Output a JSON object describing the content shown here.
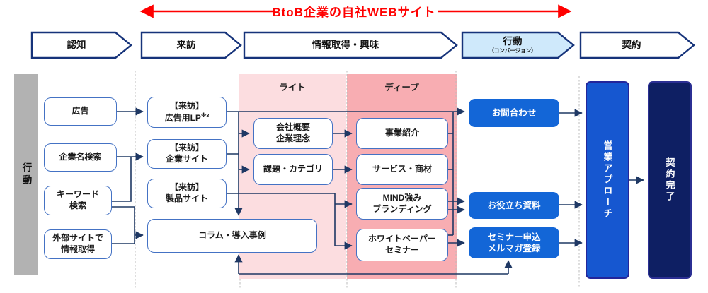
{
  "title": "BtoB企業の自社WEBサイト",
  "stages": [
    {
      "id": "awareness",
      "label": "認知"
    },
    {
      "id": "visit",
      "label": "来訪"
    },
    {
      "id": "interest",
      "label": "情報取得・興味"
    },
    {
      "id": "action",
      "label": "行動",
      "sublabel": "（コンバージョン）"
    },
    {
      "id": "contract",
      "label": "契約"
    }
  ],
  "side_bar": {
    "label": "行動"
  },
  "sections": {
    "light": "ライト",
    "deep": "ディープ"
  },
  "nodes": {
    "ad": "広告",
    "company_name_search": "企業名検索",
    "keyword_search": "キーワード\n検索",
    "external_site": "外部サイトで\n情報取得",
    "ad_lp": "【来訪】\n広告用LP",
    "ad_lp_note": "※3",
    "corporate_site": "【来訪】\n企業サイト",
    "product_site": "【来訪】\n製品サイト",
    "column_cases": "コラム・導入事例",
    "company_overview": "会社概要\n企業理念",
    "issue_category": "課題・カテゴリ",
    "business_intro": "事業紹介",
    "service_products": "サービス・商材",
    "mind_branding": "MIND強み\nブランディング",
    "whitepaper_seminar": "ホワイトペーパー\nセミナー",
    "contact": "お問合わせ",
    "useful_materials": "お役立ち資料",
    "seminar_mailmag": "セミナー申込\nメルマガ登録",
    "sales_approach": "営業アプローチ",
    "contract_complete": "契約完了"
  },
  "colors": {
    "accent_red": "#ff0000",
    "chevron_border": "#16337a",
    "connector_navy": "#1f3864",
    "light_box_border": "#4472c4",
    "conversion_blue": "#1366d7",
    "sales_bar_blue": "#1657d0",
    "contract_bar_navy": "#0e1f63",
    "action_stage_fill": "#cfe9fb",
    "light_panel_pink": "#fcdde0",
    "deep_panel_pink": "#f8adb2",
    "side_bar_gray": "#b2b2b2"
  }
}
